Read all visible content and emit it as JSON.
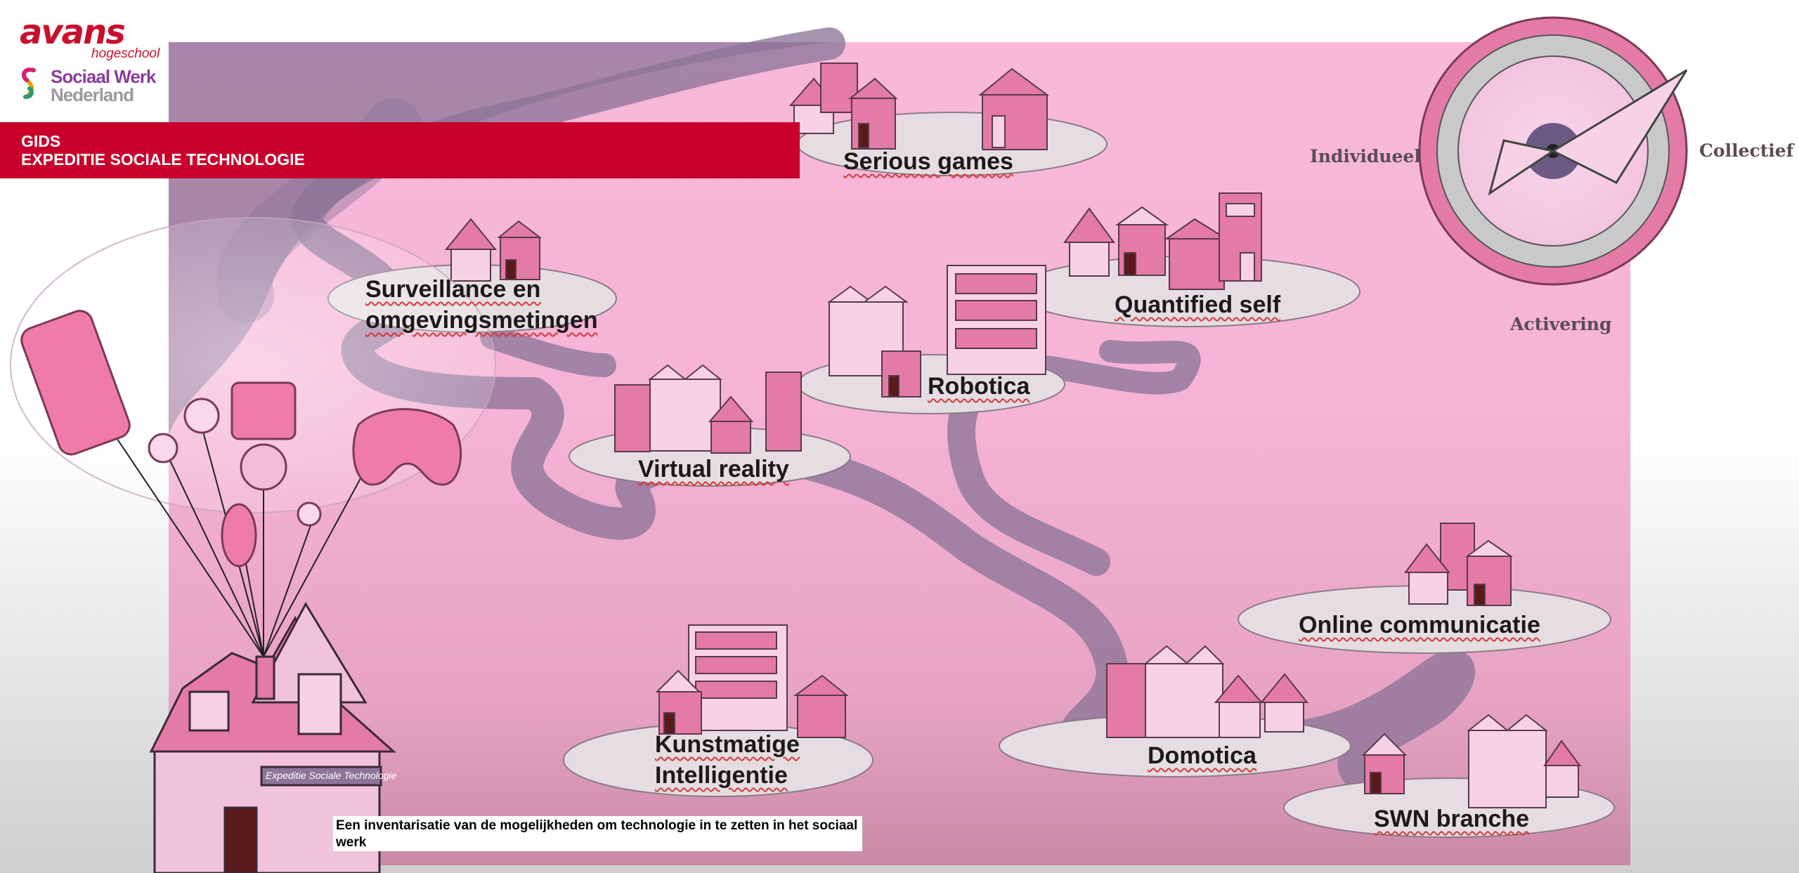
{
  "logos": {
    "avans": "avans",
    "avans_sub": "hogeschool",
    "swn_line1": "Sociaal Werk",
    "swn_line2": "Nederland",
    "brand_red": "#c8102e",
    "swn_purple": "#8a3d9c"
  },
  "banner": {
    "line1": "GIDS",
    "line2": "EXPEDITIE SOCIALE TECHNOLOGIE",
    "color": "#c8002b"
  },
  "compass": {
    "left_label": "Individueel",
    "right_label": "Collectief",
    "bottom_label": "Activering"
  },
  "house_sign": "Expeditie Sociale Technologie",
  "caption": "Een inventarisatie van de mogelijkheden om technologie in te zetten in het sociaal werk",
  "islands": [
    {
      "id": "serious-games",
      "line1": "Serious games",
      "line2": ""
    },
    {
      "id": "surveillance",
      "line1": "Surveillance en",
      "line2": "omgevingsmetingen"
    },
    {
      "id": "quantified-self",
      "line1": "Quantified self",
      "line2": ""
    },
    {
      "id": "robotica",
      "line1": "Robotica",
      "line2": ""
    },
    {
      "id": "virtual-reality",
      "line1": "Virtual reality",
      "line2": ""
    },
    {
      "id": "online-communicatie",
      "line1": "Online communicatie",
      "line2": ""
    },
    {
      "id": "kunstmatige-intelligentie",
      "line1": "Kunstmatige",
      "line2": "Intelligentie"
    },
    {
      "id": "domotica",
      "line1": "Domotica",
      "line2": ""
    },
    {
      "id": "swn-branche",
      "line1": "SWN branche",
      "line2": ""
    }
  ],
  "colors": {
    "map_pink": "#f6b6d8",
    "river_purple": "#8c7598",
    "house_pink": "#e47aa6",
    "island_grey": "#e6dde2"
  }
}
